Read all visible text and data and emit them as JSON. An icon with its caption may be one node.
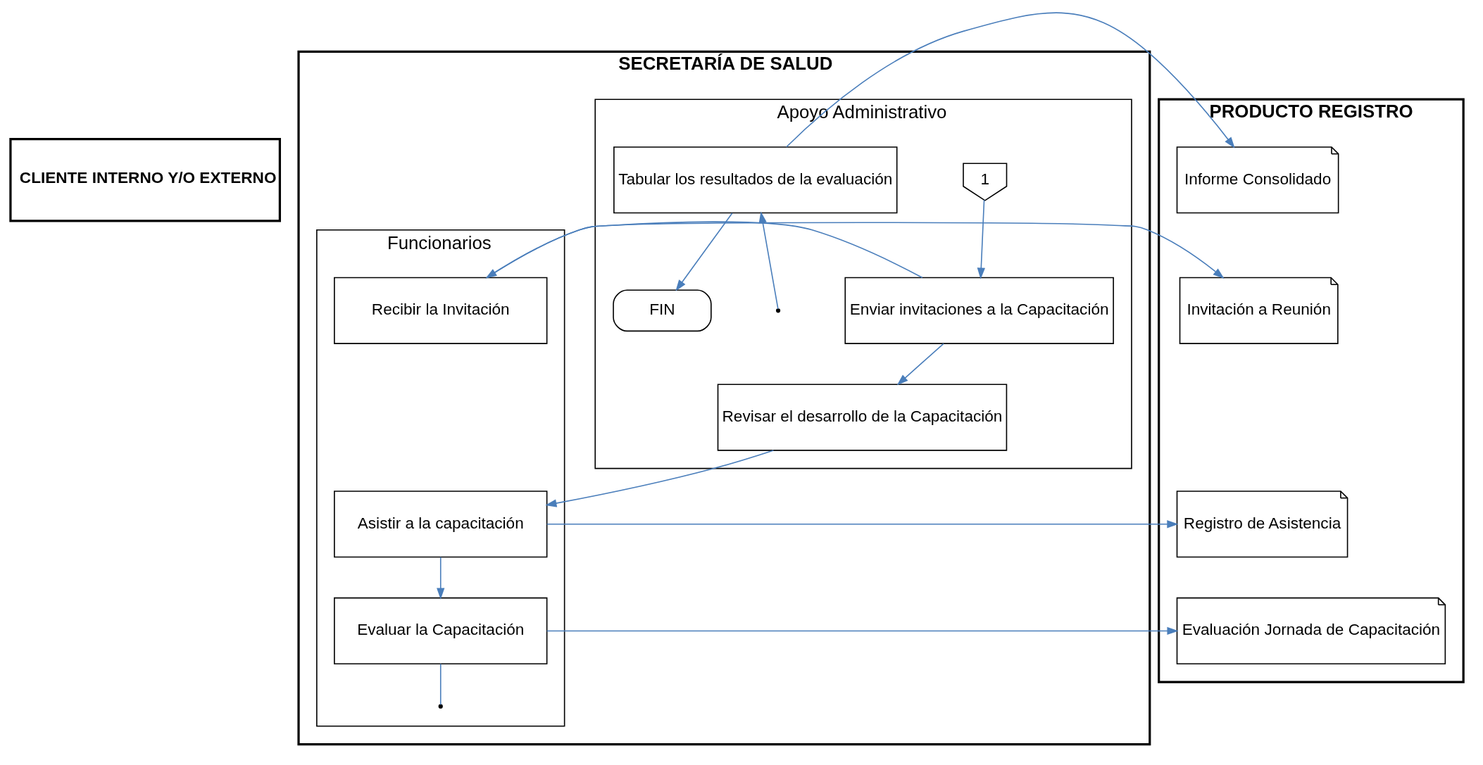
{
  "diagram": {
    "nodes": [
      {
        "text": [
          "CLIENTE INTERNO Y/O EXTERNO"
        ]
      },
      {
        "text": [
          "SECRETARÍA DE SALUD"
        ]
      },
      {
        "text": [
          "Apoyo Administrativo"
        ],
        "in": 1
      },
      {
        "text": [
          "Funcionarios"
        ],
        "in": 1
      },
      {
        "text": [
          "PRODUCTO REGISTRO"
        ]
      },
      {
        "text": [
          "1"
        ],
        "in": 2
      },
      {
        "text": [
          "Enviar invitaciones a la Capacitación"
        ],
        "in": 2
      },
      {
        "text": [
          "Revisar el desarrollo de la Capacitación"
        ],
        "in": 2
      },
      {
        "text": [
          "Tabular los resultados de la evaluación"
        ],
        "in": 2
      },
      {
        "text": [
          "FIN"
        ],
        "in": 2
      },
      {
        "text": [
          "Recibir la Invitación"
        ],
        "in": 3
      },
      {
        "text": [
          "Asistir a la capacitación"
        ],
        "in": 3
      },
      {
        "text": [
          "Evaluar la Capacitación"
        ],
        "in": 3
      },
      {
        "text": [
          "Invitación a Reunión"
        ],
        "in": 4
      },
      {
        "text": [
          "Registro de Asistencia"
        ],
        "in": 4
      },
      {
        "text": [
          "Evaluación Jornada de Capacitación"
        ],
        "in": 4
      },
      {
        "text": [
          "Informe Consolidado"
        ],
        "in": 4
      }
    ],
    "edges": [
      {
        "from": 5,
        "to": 6,
        "arrow": "to"
      },
      {
        "from": 6,
        "to": 10,
        "arrow": "to"
      },
      {
        "from": 10,
        "to": 13,
        "arrow": "to"
      },
      {
        "from": 6,
        "to": 7,
        "arrow": "to"
      },
      {
        "from": 7,
        "to": 11,
        "arrow": "to"
      },
      {
        "from": 11,
        "to": 14,
        "arrow": "to"
      },
      {
        "from": 11,
        "to": 12,
        "arrow": "to"
      },
      {
        "from": 12,
        "to": 15,
        "arrow": "to"
      },
      {
        "from": 12,
        "to": null,
        "arrow": "none"
      },
      {
        "from": null,
        "to": 8,
        "arrow": "to"
      },
      {
        "from": 8,
        "to": 16,
        "arrow": "to"
      },
      {
        "from": 8,
        "to": 9,
        "arrow": "to"
      }
    ]
  }
}
